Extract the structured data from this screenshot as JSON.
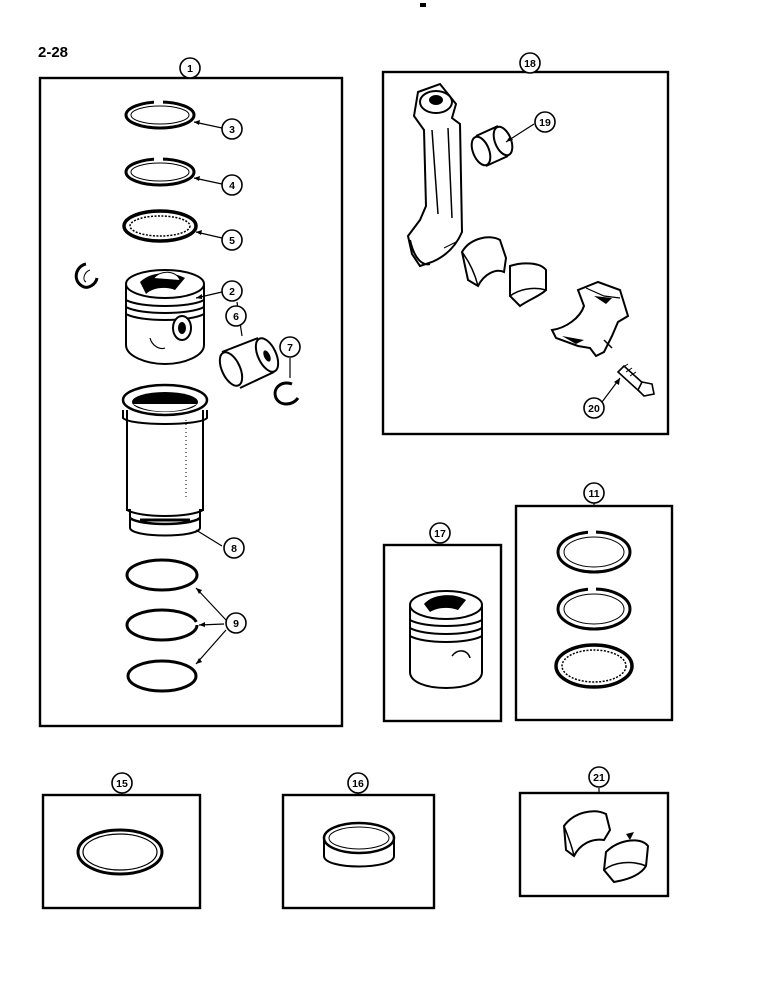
{
  "page_number": "2-28",
  "callouts": {
    "c1": "1",
    "c2": "2",
    "c3": "3",
    "c4": "4",
    "c5": "5",
    "c6": "6",
    "c7": "7",
    "c8": "8",
    "c9": "9",
    "c11": "11",
    "c15": "15",
    "c16": "16",
    "c17": "17",
    "c18": "18",
    "c19": "19",
    "c20": "20",
    "c21": "21"
  }
}
